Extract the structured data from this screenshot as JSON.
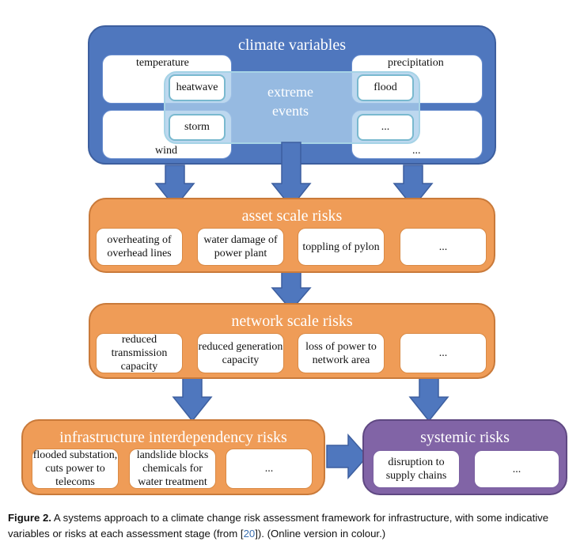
{
  "diagram": {
    "climate": {
      "title": "climate variables",
      "temperature": "temperature",
      "precipitation": "precipitation",
      "wind": "wind",
      "other_var": "...",
      "extreme_events": "extreme\nevents",
      "heatwave": "heatwave",
      "flood": "flood",
      "storm": "storm",
      "other_event": "..."
    },
    "asset": {
      "title": "asset scale risks",
      "items": [
        "overheating of overhead lines",
        "water damage of power plant",
        "toppling of pylon",
        "..."
      ]
    },
    "network": {
      "title": "network scale risks",
      "items": [
        "reduced transmission capacity",
        "reduced generation capacity",
        "loss of power to network area",
        "..."
      ]
    },
    "infrastructure": {
      "title": "infrastructure interdependency risks",
      "items": [
        "flooded substation, cuts power to telecoms",
        "landslide blocks chemicals for water treatment",
        "..."
      ]
    },
    "systemic": {
      "title": "systemic risks",
      "items": [
        "disruption to supply chains",
        "..."
      ]
    }
  },
  "caption": {
    "label": "Figure 2.",
    "text_before": " A systems approach to a climate change risk assessment framework for infrastructure, with some indicative variables or risks at each assessment stage (from [",
    "ref": "20",
    "text_after": "]). (Online version in colour.)"
  },
  "colors": {
    "blue": "#4f77be",
    "orange": "#ef9c57",
    "purple": "#8164a6",
    "extreme_overlay": "#aacdeb"
  }
}
